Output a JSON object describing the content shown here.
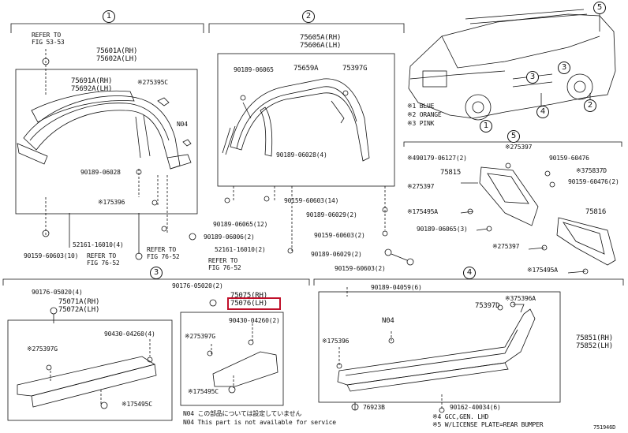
{
  "colors": {
    "highlight": "#c0102a",
    "ink": "#111111"
  },
  "section_numbers": {
    "s1": "1",
    "s2": "2",
    "s3": "3",
    "s4": "4",
    "s5": "5"
  },
  "car_callouts": {
    "c1": "1",
    "c2": "2",
    "c3": "3",
    "c4": "4",
    "c5": "5"
  },
  "legend": {
    "l1": "※1 BLUE",
    "l2": "※2 ORANGE",
    "l3": "※3 PINK"
  },
  "section1": {
    "refer_top": "REFER TO\nFIG 53-53",
    "part_main": "75601A(RH)\n75602A(LH)",
    "part_sub": "75691A(RH)\n75692A(LH)",
    "clip_a": "※275395C",
    "n04": "N04",
    "bolt_a": "90189-06028",
    "clip_b": "※175396",
    "screw": "52161-16010(4)",
    "bolt_b": "90159-60603(10)",
    "refer_bl": "REFER TO\nFIG 76-52",
    "refer_br": "REFER TO\nFIG 76-52"
  },
  "section2": {
    "part_main": "75605A(RH)\n75606A(LH)",
    "bolt_a": "90189-06065",
    "part_sub": "75659A",
    "clip": "75397G",
    "bolt_b": "90189-06028(4)",
    "bolt_c": "90159-60603(14)",
    "bolt_d": "90189-06065(12)",
    "bolt_e": "90189-06029(2)",
    "bolt_f": "90189-06006(2)",
    "bolt_g": "90159-60603(2)",
    "screw": "52161-16010(2)",
    "refer": "REFER TO\nFIG 76-52",
    "bolt_h": "90189-06029(2)",
    "bolt_i": "90159-60603(2)"
  },
  "section3": {
    "bolt_a": "90176-05020(4)",
    "part_main": "75071A(RH)\n75072A(LH)",
    "bolt_b": "90430-04260(4)",
    "clip_a": "※275397G",
    "clip_b": "※175495C",
    "bolt_c": "90176-05020(2)",
    "part_rr": "75075(RH)",
    "part_rr_lh": "75076(LH)",
    "bolt_d": "90430-04260(2)",
    "clip_c": "※275397G",
    "clip_d": "※175495C"
  },
  "section4": {
    "bolt_a": "90189-04059(6)",
    "part_a": "75397D",
    "clip_a": "※375396A",
    "n04": "N04",
    "clip_b": "※175396",
    "part_main": "75851(RH)\n75852(LH)",
    "bolt_b": "90162-40034(6)",
    "clip_c": "76923B"
  },
  "section5": {
    "clip_a": "※275397",
    "bolt_a": "※490179-06127(2)",
    "bolt_b": "90159-60476",
    "part_a": "75815",
    "clip_b": "※375837D",
    "clip_c": "※275397",
    "bolt_c": "90159-60476(2)",
    "clip_d": "※175495A",
    "part_b": "75816",
    "bolt_d": "90189-06065(3)",
    "clip_e": "※275397",
    "clip_f": "※175495A"
  },
  "notes": {
    "n1": "N04 この部品については設定していません",
    "n2": "N04 This part is not available for service",
    "n3": "※4 GCC,GEN. LHD",
    "n4": "※5 W/LICENSE PLATE=REAR BUMPER",
    "figno": "751946D"
  }
}
